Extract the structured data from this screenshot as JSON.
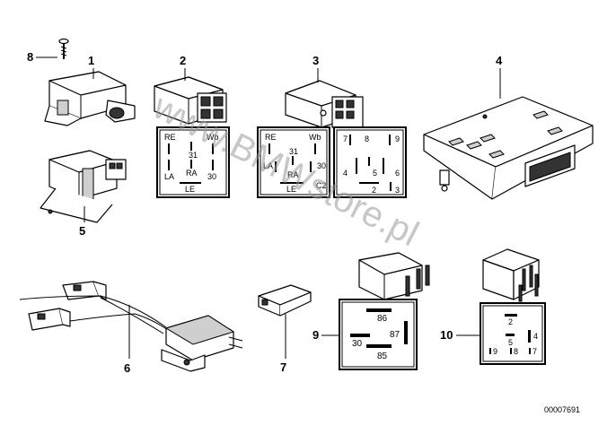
{
  "callouts": {
    "c1": "1",
    "c2": "2",
    "c3": "3",
    "c4": "4",
    "c5": "5",
    "c6": "6",
    "c7": "7",
    "c8": "8",
    "c9": "9",
    "c10": "10"
  },
  "pinout_2": {
    "re": "RE",
    "wb": "Wb",
    "p31": "31",
    "la": "LA",
    "ra": "RA",
    "p30": "30",
    "le": "LE"
  },
  "pinout_3a": {
    "re": "RE",
    "wb": "Wb",
    "p31": "31",
    "la": "LA",
    "ra": "RA",
    "p30": "30",
    "le": "LE",
    "c2": "C2"
  },
  "pinout_3b": {
    "p7": "7",
    "p8": "8",
    "p9": "9",
    "p4": "4",
    "p5": "5",
    "p6": "6",
    "p2": "2",
    "p3": "3"
  },
  "pinout_9": {
    "p86": "86",
    "p30": "30",
    "p87": "87",
    "p85": "85"
  },
  "pinout_10": {
    "p2": "2",
    "p5": "5",
    "p4": "4",
    "p9": "9",
    "p8": "8",
    "p7": "7"
  },
  "watermark": "www.BMWstore.pl",
  "reference": "00007691"
}
